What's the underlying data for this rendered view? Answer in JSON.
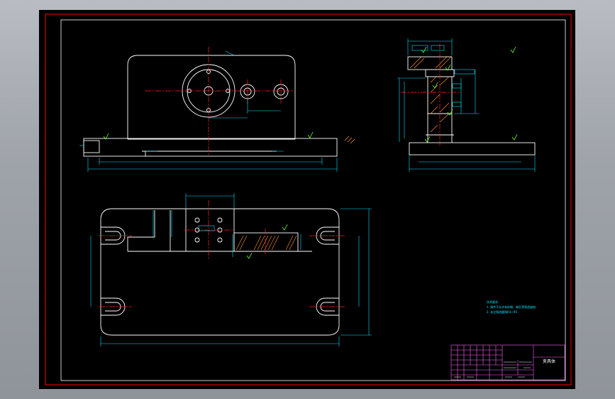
{
  "drawing": {
    "colors": {
      "paper": "#000000",
      "frame": "#ff0000",
      "outline": "#ffffff",
      "centerline": "#ff2020",
      "dimension": "#00e5ff",
      "hatch": "#ff9933",
      "roughness": "#66ff33",
      "titleblock": "#ff66ff"
    },
    "title_block": {
      "part_name": "夹具体"
    },
    "tech_notes": [
      "技术要求",
      "1. 铸件不允许有砂眼、缩孔等铸造缺陷",
      "2. 未注铸造圆角R3~R5"
    ]
  }
}
